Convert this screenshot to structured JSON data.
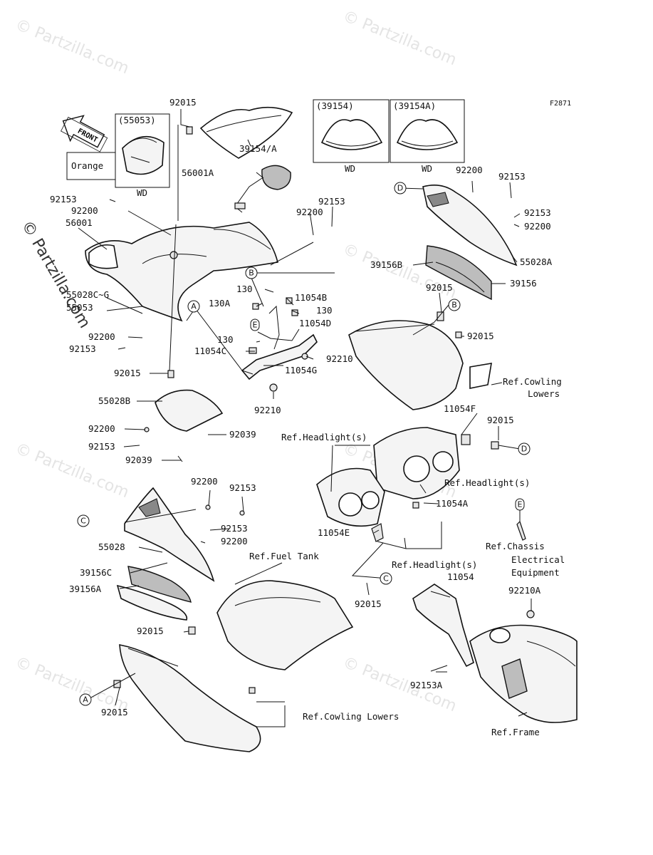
{
  "figure_code": "F2871",
  "watermark": "© Partzilla.com",
  "front_label": "FRONT",
  "boxes": {
    "left_inset": "(55053)",
    "orange_label": "Orange",
    "wd_label": "WD",
    "ws1_label": "(39154)",
    "ws2_label": "(39154A)"
  },
  "parts": {
    "p92015_top": "92015",
    "p39154": "39154/A",
    "p56001A": "56001A",
    "p92153_a": "92153",
    "p92200_a": "92200",
    "p56001": "56001",
    "p92153_b": "92153",
    "p92200_b": "92200",
    "p55028CG": "55028C~G",
    "p55053": "55053",
    "p92200_c": "92200",
    "p92153_c": "92153",
    "p92015_c": "92015",
    "p55028B": "55028B",
    "p92200_d": "92200",
    "p92153_d": "92153",
    "p92039_a": "92039",
    "p92039_b": "92039",
    "p130_a": "130",
    "p11054B": "11054B",
    "p130A": "130A",
    "p130_b": "130",
    "p11054D": "11054D",
    "p130_c": "130",
    "p11054C": "11054C",
    "p92210_a": "92210",
    "p11054G": "11054G",
    "p92210_b": "92210",
    "p92200_e": "92200",
    "p92153_e": "92153",
    "p92153_f": "92153",
    "p92200_f": "92200",
    "p55028A": "55028A",
    "p39156B": "39156B",
    "p39156": "39156",
    "p92015_e": "92015",
    "p92015_f": "92015",
    "ref_cowling_lowers_1a": "Ref.Cowling",
    "ref_cowling_lowers_1b": "Lowers",
    "p11054F": "11054F",
    "p92015_g": "92015",
    "ref_headlight_1": "Ref.Headlight(s)",
    "ref_headlight_2": "Ref.Headlight(s)",
    "p11054A": "11054A",
    "p11054E": "11054E",
    "ref_headlight_3": "Ref.Headlight(s)",
    "p92015_h": "92015",
    "ref_chassis_1": "Ref.Chassis",
    "ref_chassis_2": "Electrical",
    "ref_chassis_3": "Equipment",
    "p92200_g": "92200",
    "p92153_g": "92153",
    "p92153_h": "92153",
    "p92200_h": "92200",
    "p55028": "55028",
    "ref_fuel_tank": "Ref.Fuel Tank",
    "p39156C": "39156C",
    "p39156A": "39156A",
    "p92015_i": "92015",
    "p92015_j": "92015",
    "ref_cowling_lowers_2": "Ref.Cowling Lowers",
    "p11054": "11054",
    "p92210A": "92210A",
    "p92153A": "92153A",
    "ref_frame": "Ref.Frame"
  },
  "bubbles": {
    "A": "A",
    "B": "B",
    "C": "C",
    "D": "D",
    "E": "E"
  }
}
